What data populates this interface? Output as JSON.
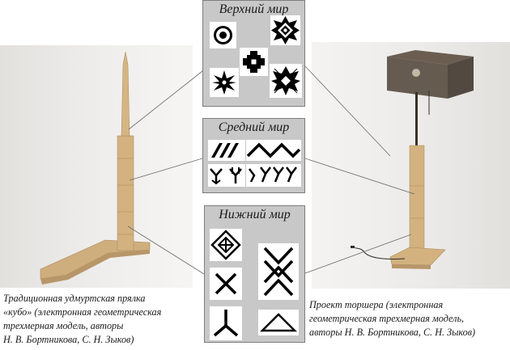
{
  "panels": {
    "upper": {
      "title": "Верхний мир"
    },
    "middle": {
      "title": "Средний мир"
    },
    "lower": {
      "title": "Нижний мир"
    }
  },
  "captions": {
    "left": [
      "Традиционная удмуртская прялка",
      "«кубо» (электронная геометрическая",
      "трехмерная модель, авторы",
      "Н. В. Бортникова, С. Н. Зыков)"
    ],
    "right": [
      "Проект торшера (электронная",
      "геометрическая трехмерная модель,",
      "авторы Н. В. Бортникова, С. Н. Зыков)"
    ]
  },
  "colors": {
    "wood": "#cfae7d",
    "panel_bg": "#c8c8c8",
    "lampshade": "#5a4e42"
  }
}
